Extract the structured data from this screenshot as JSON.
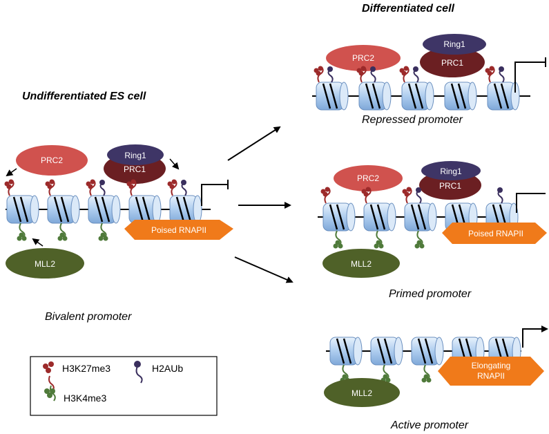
{
  "titles": {
    "undifferentiated": "Undifferentiated ES cell",
    "differentiated": "Differentiated cell"
  },
  "captions": {
    "bivalent": "Bivalent promoter",
    "repressed": "Repressed promoter",
    "primed": "Primed promoter",
    "active": "Active promoter"
  },
  "complexes": {
    "prc2": "PRC2",
    "ring1": "Ring1",
    "prc1": "PRC1",
    "mll2": "MLL2",
    "poised_rnapii": "Poised RNAPII",
    "elongating_line1": "Elongating",
    "elongating_line2": "RNAPII"
  },
  "legend": {
    "h3k27me3": "H3K27me3",
    "h2aub": "H2AUb",
    "h3k4me3": "H3K4me3"
  },
  "colors": {
    "prc2": "#d0524e",
    "ring1": "#3e3566",
    "prc1": "#6b1f22",
    "mll2": "#4f6128",
    "rnapii": "#f07a1a",
    "nucleosome": "#b8d4f2",
    "h3k27me3_mark": "#9c2a2a",
    "h2aub_mark": "#3a2f5e",
    "h3k4me3_mark": "#4f7a3a"
  }
}
